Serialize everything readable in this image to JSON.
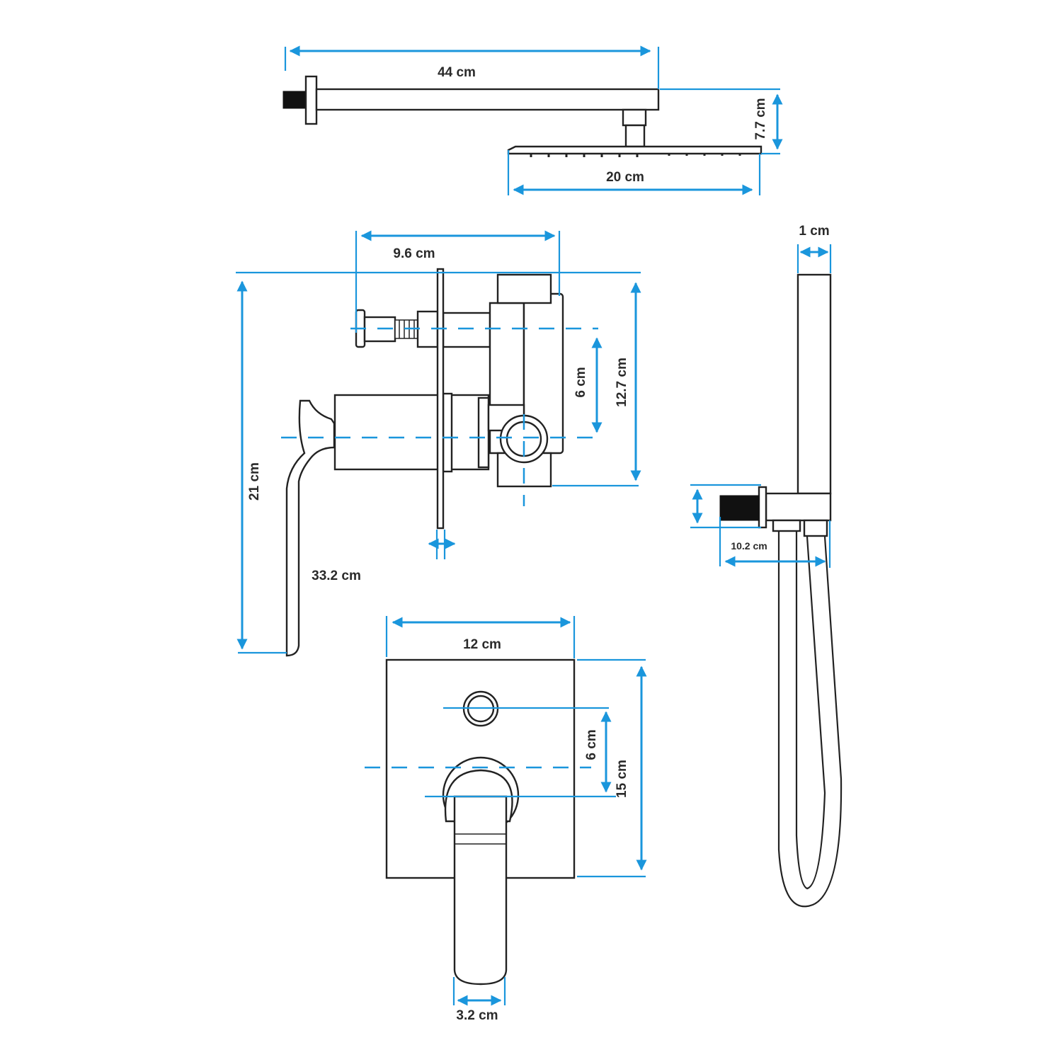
{
  "title": "Shower set dimension drawing",
  "colors": {
    "dimension": "#1a96dc",
    "outline": "#222222",
    "text": "#2a2a2a"
  },
  "dimensions": {
    "shower_arm_length": "44 cm",
    "shower_arm_drop": "7.7 cm",
    "shower_head_width": "20 cm",
    "diverter_depth": "9.6 cm",
    "diverter_axis_spacing_side": "6 cm",
    "diverter_body_height": "12.7 cm",
    "overall_height_side": "21 cm",
    "handle_length": "33.2 cm",
    "handheld_width": "1 cm",
    "wall_outlet_projection": "10.2 cm",
    "plate_width": "12 cm",
    "plate_axis_spacing": "6 cm",
    "plate_height": "15 cm",
    "lever_width": "3.2 cm"
  }
}
